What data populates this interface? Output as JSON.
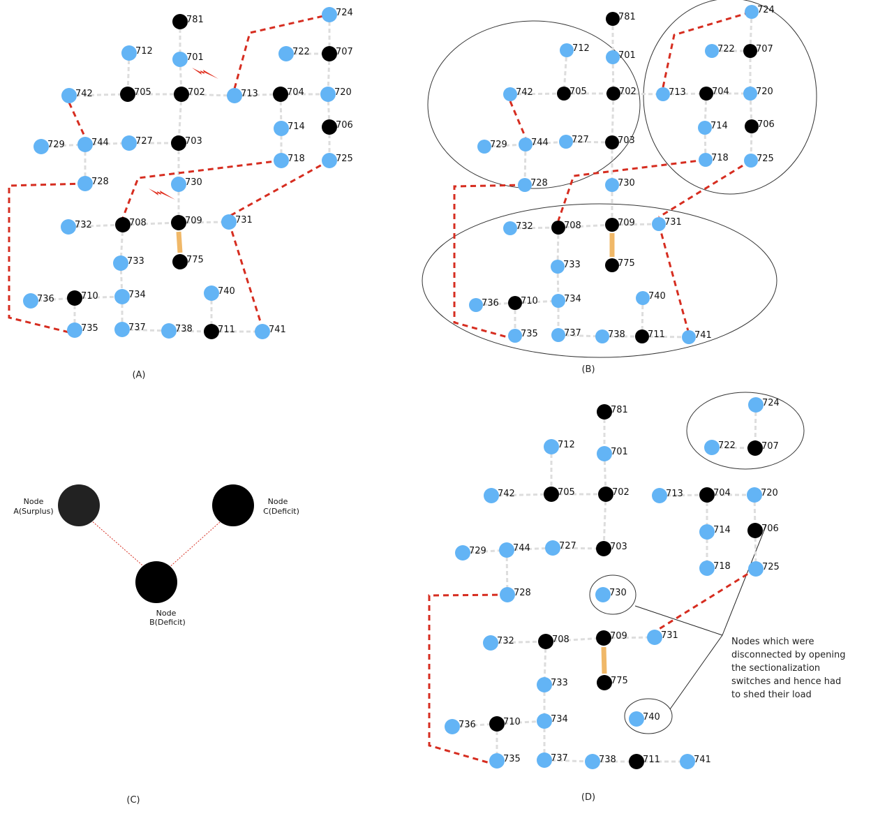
{
  "panels": [
    {
      "id": "A",
      "caption": "(A)"
    },
    {
      "id": "B",
      "caption": "(B)"
    },
    {
      "id": "C",
      "caption": "(C)"
    },
    {
      "id": "D",
      "caption": "(D)"
    }
  ],
  "node_types": {
    "source": "#000000",
    "load": "#63b4f5"
  },
  "colors": {
    "line": "#dddddd",
    "tie_switch": "#d62d20",
    "transformer": "#f0b868",
    "fault": "#e03020",
    "circle": "#333333"
  },
  "panel_c": {
    "node_a": {
      "line1": "Node",
      "line2": "A(Surplus)"
    },
    "node_b": {
      "line1": "Node",
      "line2": "B(Deficit)"
    },
    "node_c": {
      "line1": "Node",
      "line2": "C(Deficit)"
    }
  },
  "annotation": "Nodes which were disconnected by opening the sectionalization switches and hence had to shed their load",
  "nodes": [
    {
      "id": "781",
      "type": "source"
    },
    {
      "id": "724",
      "type": "load"
    },
    {
      "id": "712",
      "type": "load"
    },
    {
      "id": "701",
      "type": "load"
    },
    {
      "id": "722",
      "type": "load"
    },
    {
      "id": "707",
      "type": "source"
    },
    {
      "id": "742",
      "type": "load"
    },
    {
      "id": "705",
      "type": "source"
    },
    {
      "id": "702",
      "type": "source"
    },
    {
      "id": "713",
      "type": "load"
    },
    {
      "id": "704",
      "type": "source"
    },
    {
      "id": "720",
      "type": "load"
    },
    {
      "id": "714",
      "type": "load"
    },
    {
      "id": "706",
      "type": "source"
    },
    {
      "id": "729",
      "type": "load"
    },
    {
      "id": "744",
      "type": "load"
    },
    {
      "id": "727",
      "type": "load"
    },
    {
      "id": "703",
      "type": "source"
    },
    {
      "id": "718",
      "type": "load"
    },
    {
      "id": "725",
      "type": "load"
    },
    {
      "id": "728",
      "type": "load"
    },
    {
      "id": "730",
      "type": "load"
    },
    {
      "id": "732",
      "type": "load"
    },
    {
      "id": "708",
      "type": "source"
    },
    {
      "id": "709",
      "type": "source"
    },
    {
      "id": "731",
      "type": "load"
    },
    {
      "id": "775",
      "type": "source"
    },
    {
      "id": "733",
      "type": "load"
    },
    {
      "id": "736",
      "type": "load"
    },
    {
      "id": "710",
      "type": "source"
    },
    {
      "id": "734",
      "type": "load"
    },
    {
      "id": "740",
      "type": "load"
    },
    {
      "id": "735",
      "type": "load"
    },
    {
      "id": "737",
      "type": "load"
    },
    {
      "id": "738",
      "type": "load"
    },
    {
      "id": "711",
      "type": "source"
    },
    {
      "id": "741",
      "type": "load"
    }
  ]
}
